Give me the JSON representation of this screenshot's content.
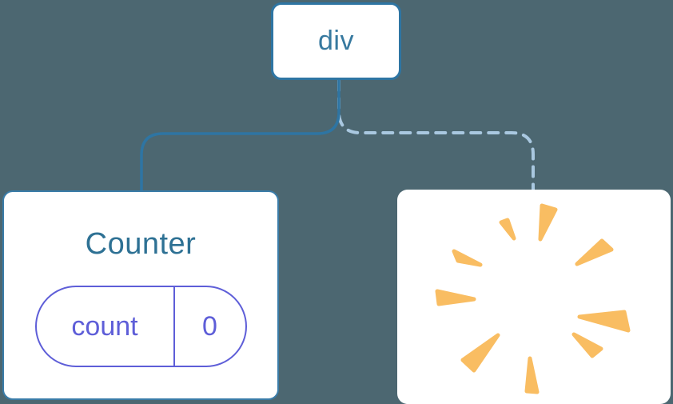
{
  "diagram": {
    "description": "Component tree: a div root keeps one Counter child with state, while the other child is removed (poof burst)",
    "root_node": {
      "label": "div"
    },
    "counter_node": {
      "title": "Counter",
      "state": {
        "key": "count",
        "value": "0"
      }
    },
    "removed_node": {
      "icon": "poof-burst"
    },
    "links": [
      {
        "from": "div",
        "to": "Counter",
        "style": "solid"
      },
      {
        "from": "div",
        "to": "removed",
        "style": "dashed"
      }
    ]
  },
  "colors": {
    "background": "#4c6771",
    "card_background": "#ffffff",
    "node_border_blue": "#2e75a3",
    "root_label_blue": "#37799f",
    "counter_title_blue": "#2e7194",
    "counter_card_border": "#3a7ca8",
    "state_pill_purple": "#5e5ed8",
    "solid_link_blue": "#2e75a3",
    "dashed_link_light_blue": "#a9c8e0",
    "burst_orange": "#f9bd62"
  }
}
